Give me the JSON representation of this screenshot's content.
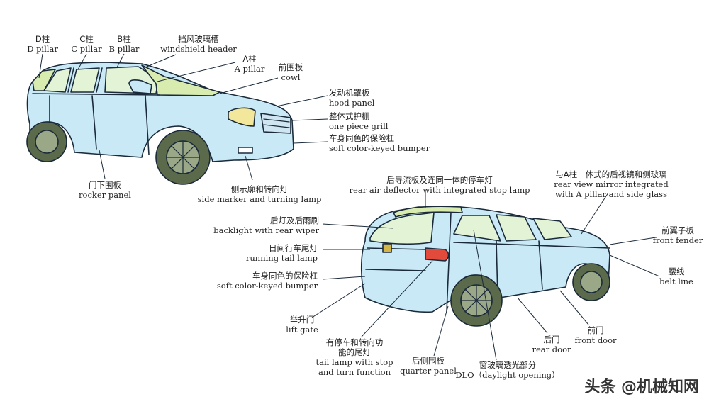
{
  "labels": {
    "d_pillar": {
      "zh": "D柱",
      "en": "D pillar"
    },
    "c_pillar": {
      "zh": "C柱",
      "en": "C pillar"
    },
    "b_pillar": {
      "zh": "B柱",
      "en": "B pillar"
    },
    "windshield_header": {
      "zh": "挡风玻璃槽",
      "en": "windshield header"
    },
    "a_pillar": {
      "zh": "A柱",
      "en": "A pillar"
    },
    "cowl": {
      "zh": "前围板",
      "en": "cowl"
    },
    "hood_panel": {
      "zh": "发动机罩板",
      "en": "hood panel"
    },
    "grill": {
      "zh": "整体式护栅",
      "en": "one piece grill"
    },
    "front_bumper": {
      "zh": "车身同色的保险杠",
      "en": "soft color-keyed bumper"
    },
    "rocker_panel": {
      "zh": "门下围板",
      "en": "rocker panel"
    },
    "side_marker": {
      "zh": "侧示廓和转向灯",
      "en": "side marker and turning lamp"
    },
    "rear_deflector": {
      "zh": "后导流板及连同一体的停车灯",
      "en": "rear air deflector with integrated stop lamp"
    },
    "mirror": {
      "zh": "与A柱一体式的后视镜和侧玻璃",
      "en1": "rear view mirror integrated",
      "en2": "with A pillar and side glass"
    },
    "backlight": {
      "zh": "后灯及后雨刷",
      "en": "backlight with rear wiper"
    },
    "running_tail": {
      "zh": "日间行车尾灯",
      "en": "running tail lamp"
    },
    "rear_bumper": {
      "zh": "车身同色的保险杠",
      "en": "soft color-keyed bumper"
    },
    "front_fender": {
      "zh": "前翼子板",
      "en": "front fender"
    },
    "belt_line": {
      "zh": "腰线",
      "en": "belt line"
    },
    "lift_gate": {
      "zh": "举升门",
      "en": "lift gate"
    },
    "tail_lamp": {
      "zh1": "有停车和转向功",
      "zh2": "能的尾灯",
      "en1": "tail lamp with stop",
      "en2": "and turn function"
    },
    "quarter_panel": {
      "zh": "后侧围板",
      "en": "quarter panel"
    },
    "dlo": {
      "zh": "窗玻璃透光部分",
      "en": "DLO（daylight opening）"
    },
    "rear_door": {
      "zh": "后门",
      "en": "rear door"
    },
    "front_door": {
      "zh": "前门",
      "en": "front door"
    }
  },
  "watermark": "头条 @机械知网",
  "colors": {
    "body": "#c9e9f7",
    "outline": "#1a2a3a",
    "glass": "#e3f3d6",
    "pillar": "#d8ecb0",
    "tire": "#5a6a4a",
    "rim": "#9aa888",
    "headlamp": "#f2e79a",
    "taillamp": "#e24a3c"
  }
}
